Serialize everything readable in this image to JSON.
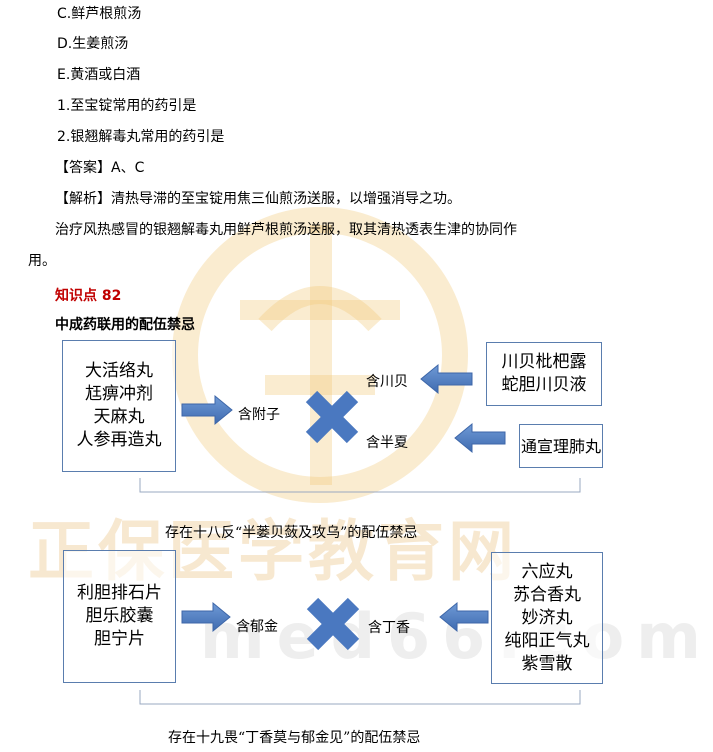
{
  "watermark": {
    "brand_text": "正保医学教育网",
    "url_text": "med66.com"
  },
  "options": [
    "C.鲜芦根煎汤",
    "D.生姜煎汤",
    "E.黄酒或白酒"
  ],
  "questions": [
    "1.至宝锭常用的药引是",
    "2.银翘解毒丸常用的药引是"
  ],
  "answer": {
    "label": "【答案】",
    "value": "A、C"
  },
  "analysis": {
    "label": "【解析】",
    "line1": "清热导滞的至宝锭用焦三仙煎汤送服，以增强消导之功。",
    "line2": "治疗风热感冒的银翘解毒丸用鲜芦根煎汤送服，取其清热透表生津的协同作",
    "line3": "用。"
  },
  "knowledge_point": "知识点 82",
  "section_title": "中成药联用的配伍禁忌",
  "diagram1": {
    "left_box": [
      "大活络丸",
      "尪痹冲剂",
      "天麻丸",
      "人参再造丸"
    ],
    "left_label": "含附子",
    "right_top_box": [
      "川贝枇杷露",
      "蛇胆川贝液"
    ],
    "right_top_label": "含川贝",
    "right_bottom_box": [
      "通宣理肺丸"
    ],
    "right_bottom_label": "含半夏",
    "caption": "存在十八反“半蒌贝蔹及攻乌”的配伍禁忌"
  },
  "diagram2": {
    "left_box": [
      "利胆排石片",
      "胆乐胶囊",
      "胆宁片"
    ],
    "left_label": "含郁金",
    "right_box": [
      "六应丸",
      "苏合香丸",
      "妙济丸",
      "纯阳正气丸",
      "紫雪散"
    ],
    "right_label": "含丁香",
    "caption": "存在十九畏“丁香莫与郁金见”的配伍禁忌"
  },
  "colors": {
    "arrow_blue": "#4f7fc4",
    "cross_blue": "#4a78c0",
    "box_border": "#5a7dae",
    "knowledge_red": "#c00000",
    "bracket_gray": "#9aa8c0"
  }
}
